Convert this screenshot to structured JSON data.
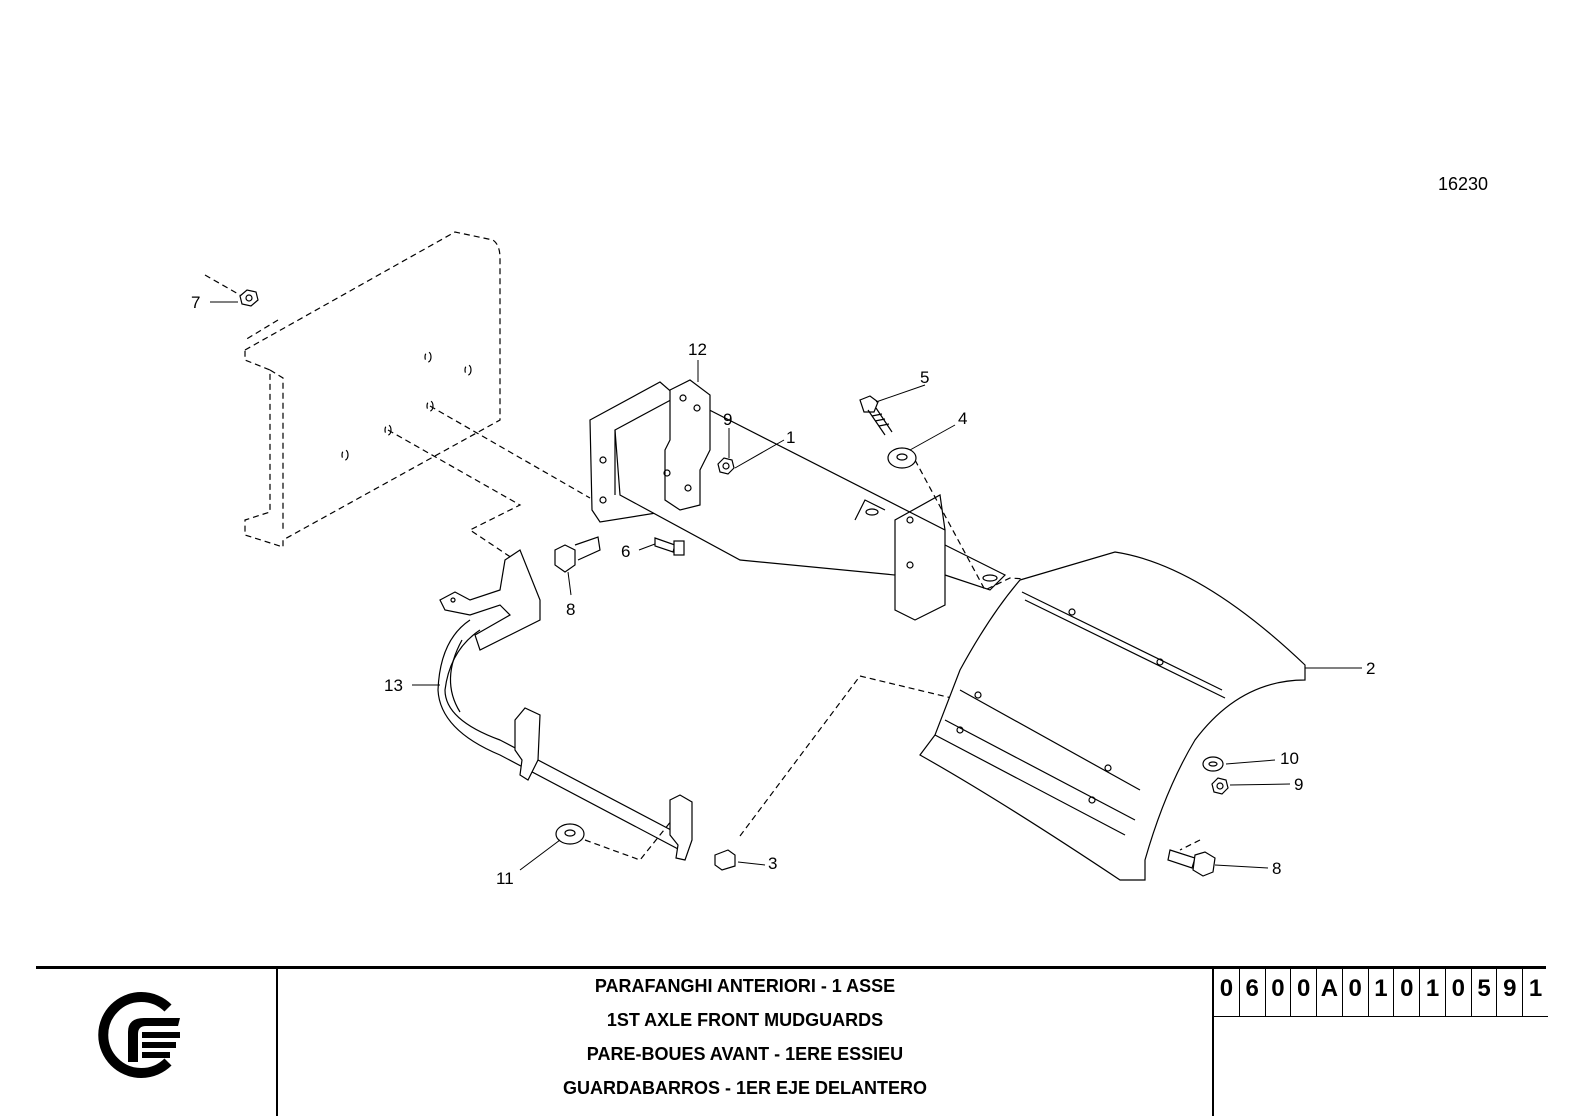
{
  "drawing_ref": "16230",
  "callouts": [
    {
      "id": "c1",
      "text": "1"
    },
    {
      "id": "c2",
      "text": "2"
    },
    {
      "id": "c3",
      "text": "3"
    },
    {
      "id": "c4",
      "text": "4"
    },
    {
      "id": "c5",
      "text": "5"
    },
    {
      "id": "c6",
      "text": "6"
    },
    {
      "id": "c7",
      "text": "7"
    },
    {
      "id": "c8a",
      "text": "8"
    },
    {
      "id": "c8b",
      "text": "8"
    },
    {
      "id": "c9a",
      "text": "9"
    },
    {
      "id": "c9b",
      "text": "9"
    },
    {
      "id": "c10",
      "text": "10"
    },
    {
      "id": "c11",
      "text": "11"
    },
    {
      "id": "c12",
      "text": "12"
    },
    {
      "id": "c13",
      "text": "13"
    }
  ],
  "title_block": {
    "titles": [
      "PARAFANGHI ANTERIORI - 1 ASSE",
      "1ST AXLE FRONT MUDGUARDS",
      "PARE-BOUES AVANT - 1ERE ESSIEU",
      "GUARDABARROS - 1ER EJE DELANTERO"
    ],
    "part_code": [
      "0",
      "6",
      "0",
      "0",
      "A",
      "0",
      "1",
      "0",
      "1",
      "0",
      "5",
      "9",
      "1"
    ]
  },
  "logo_icon": "company-logo-icon"
}
